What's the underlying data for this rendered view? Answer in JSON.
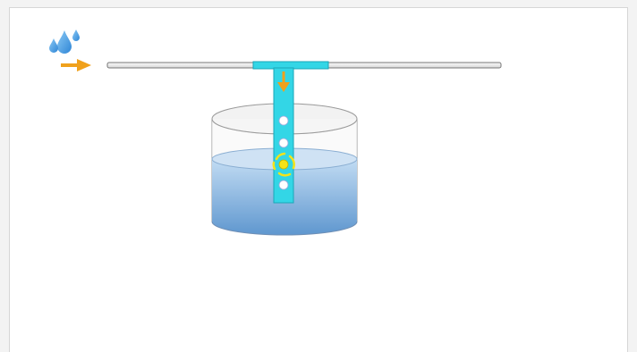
{
  "diagram": {
    "colors": {
      "background": "#ffffff",
      "frame_border": "#d6d6d6",
      "pipe_fill": "#eeeeee",
      "pipe_stroke": "#777777",
      "tube_fill": "#33d6e6",
      "tube_stroke": "#1aa7b8",
      "arrow": "#f0a11c",
      "water_top": "#b5d3ef",
      "water_bottom": "#5f97cf",
      "droplet": "#4aa3e8",
      "bubble_highlight": "#f5e31a"
    },
    "icons": [
      "water-drops-icon",
      "flow-arrow-icon",
      "down-arrow-icon",
      "bubble-highlight-icon"
    ],
    "elements": [
      "horizontal-pipe",
      "t-junction",
      "vertical-tube",
      "container",
      "water",
      "air-holes"
    ],
    "air_hole_count": 4
  }
}
